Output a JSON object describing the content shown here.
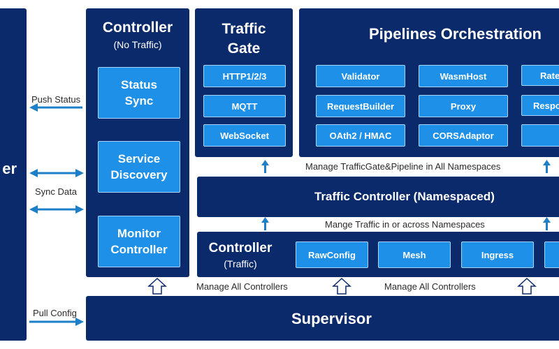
{
  "colors": {
    "panel": "#0b2a6b",
    "box": "#1e90e8",
    "box_border": "#a9d6ff",
    "arrow": "#1e7fc9"
  },
  "left_panel": {
    "text": "er"
  },
  "controller_no_traffic": {
    "title": "Controller",
    "subtitle": "(No Traffic)",
    "boxes": [
      {
        "line1": "Status",
        "line2": "Sync"
      },
      {
        "line1": "Service",
        "line2": "Discovery"
      },
      {
        "line1": "Monitor",
        "line2": "Controller"
      }
    ]
  },
  "traffic_gate": {
    "title_line1": "Traffic",
    "title_line2": "Gate",
    "boxes": [
      "HTTP1/2/3",
      "MQTT",
      "WebSocket"
    ]
  },
  "pipelines": {
    "title": "Pipelines Orchestration",
    "col1": [
      "Validator",
      "RequestBuilder",
      "OAth2 / HMAC"
    ],
    "col2": [
      "WasmHost",
      "Proxy",
      "CORSAdaptor"
    ],
    "col3": [
      "Rate",
      "Respo",
      ""
    ]
  },
  "labels": {
    "manage_gate": "Manage TrafficGate&Pipeline in All Namespaces",
    "manage_traffic": "Mange Traffic in or across Namespaces",
    "manage_controllers_1": "Manage All Controllers",
    "manage_controllers_2": "Manage All Controllers",
    "push_status": "Push Status",
    "sync_data": "Sync Data",
    "pull_config": "Pull Config"
  },
  "traffic_controller": {
    "title": "Traffic Controller (Namespaced)"
  },
  "controller_traffic": {
    "title": "Controller",
    "subtitle": "(Traffic)",
    "boxes": [
      "RawConfig",
      "Mesh",
      "Ingress"
    ]
  },
  "supervisor": {
    "title": "Supervisor"
  }
}
